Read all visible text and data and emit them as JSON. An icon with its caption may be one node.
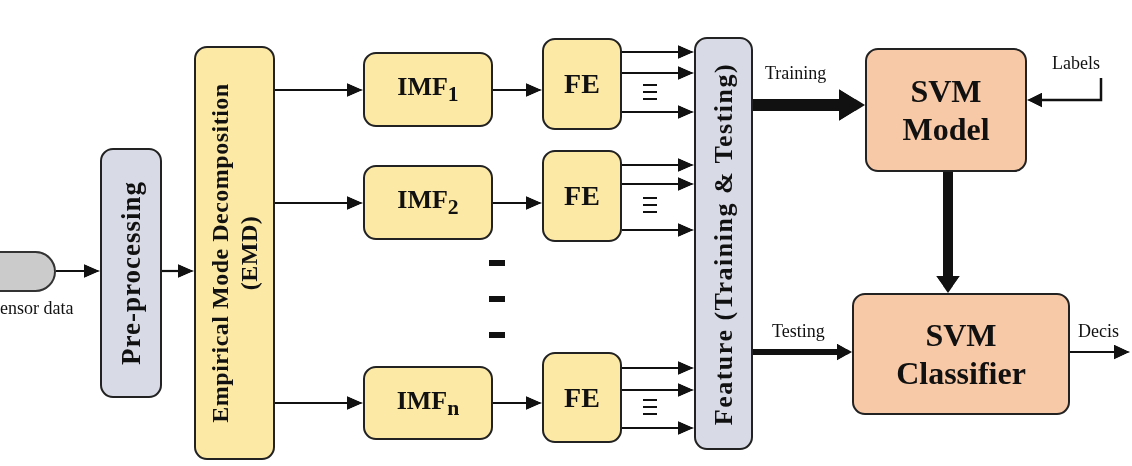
{
  "diagram": {
    "nodes": [
      {
        "text": [],
        "shape": "box",
        "beside": [
          "ensor data"
        ]
      },
      {
        "text": [
          "Pre-processing"
        ]
      },
      {
        "text": [
          "Empirical Mode Decomposition (EMD)"
        ]
      },
      {
        "text": [
          "IMF$_{1}$"
        ]
      },
      {
        "text": [
          "IMF$_{2}$"
        ]
      },
      {
        "text": [
          "IMF$_{n}$"
        ]
      },
      {
        "text": [
          "FE"
        ]
      },
      {
        "text": [
          "FE"
        ]
      },
      {
        "text": [
          "FE"
        ]
      },
      {
        "text": [
          "Feature (Training & Testing)"
        ]
      },
      {
        "text": [
          "SVM Model"
        ]
      },
      {
        "text": [
          "Labels"
        ]
      },
      {
        "text": [
          "SVM Classifier"
        ]
      }
    ],
    "edges": [
      {
        "from": 0,
        "to": 1,
        "arrow": "to"
      },
      {
        "from": 1,
        "to": 2,
        "arrow": "to"
      },
      {
        "from": 2,
        "to": 3,
        "arrow": "to"
      },
      {
        "from": 2,
        "to": 4,
        "arrow": "to"
      },
      {
        "from": 2,
        "to": 5,
        "arrow": "to"
      },
      {
        "from": 3,
        "to": 6,
        "arrow": "to"
      },
      {
        "from": 4,
        "to": 7,
        "arrow": "to"
      },
      {
        "from": 5,
        "to": 8,
        "arrow": "to"
      },
      {
        "from": 6,
        "to": 9,
        "arrow": "to"
      },
      {
        "from": 6,
        "to": 9,
        "arrow": "to"
      },
      {
        "from": 6,
        "to": 9,
        "arrow": "to"
      },
      {
        "from": 7,
        "to": 9,
        "arrow": "to"
      },
      {
        "from": 7,
        "to": 9,
        "arrow": "to"
      },
      {
        "from": 7,
        "to": 9,
        "arrow": "to"
      },
      {
        "from": 8,
        "to": 9,
        "arrow": "to"
      },
      {
        "from": 8,
        "to": 9,
        "arrow": "to"
      },
      {
        "from": 8,
        "to": 9,
        "arrow": "to"
      },
      {
        "from": 9,
        "to": 10,
        "arrow": "to",
        "label": "Training",
        "style": "thick"
      },
      {
        "from": 9,
        "to": 12,
        "arrow": "to",
        "label": "Testing",
        "style": "thick"
      },
      {
        "from": 11,
        "to": 10,
        "arrow": "to"
      },
      {
        "from": 10,
        "to": 12,
        "arrow": "to",
        "style": "thick"
      },
      {
        "from": 12,
        "to": null,
        "arrow": "to",
        "label": "Decis"
      }
    ]
  }
}
